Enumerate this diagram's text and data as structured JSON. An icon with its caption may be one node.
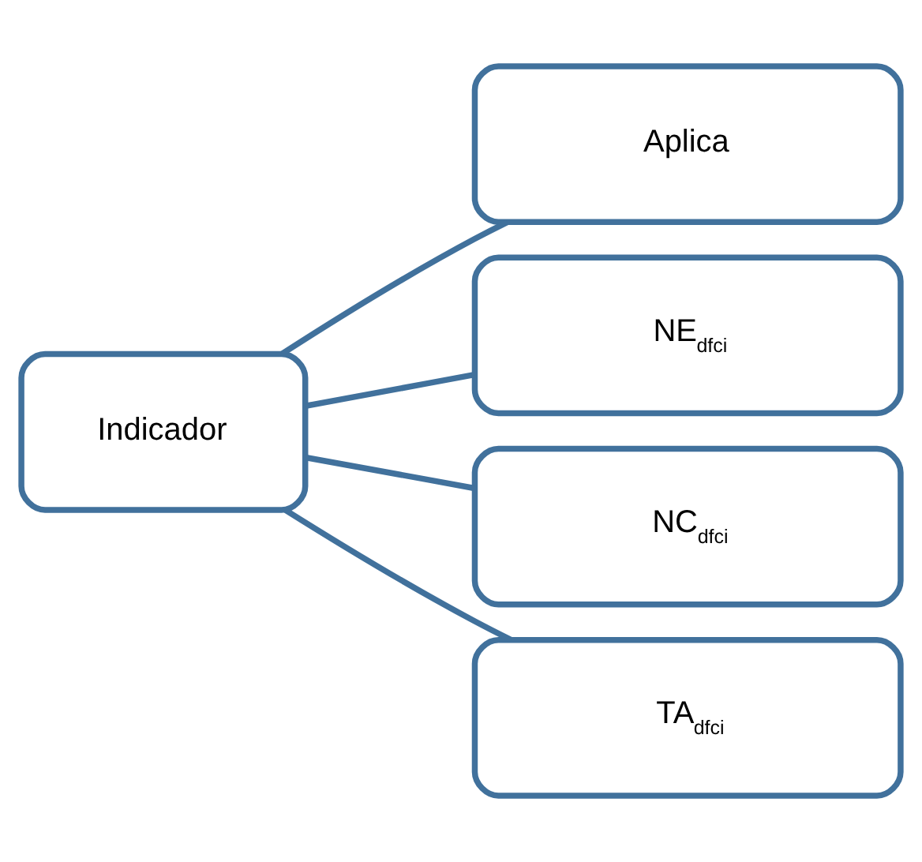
{
  "diagram": {
    "nodes": [
      {
        "text": [
          "Indicador"
        ]
      },
      {
        "text": [
          "Aplica"
        ]
      },
      {
        "text": [
          "NE$_{dfci}$"
        ]
      },
      {
        "text": [
          "NC$_{dfci}$"
        ]
      },
      {
        "text": [
          "TA$_{dfci}$"
        ]
      }
    ],
    "edges": [
      {
        "from": 0,
        "to": 1,
        "arrow": "none"
      },
      {
        "from": 0,
        "to": 2,
        "arrow": "none"
      },
      {
        "from": 0,
        "to": 3,
        "arrow": "none"
      },
      {
        "from": 0,
        "to": 4,
        "arrow": "none"
      }
    ]
  }
}
